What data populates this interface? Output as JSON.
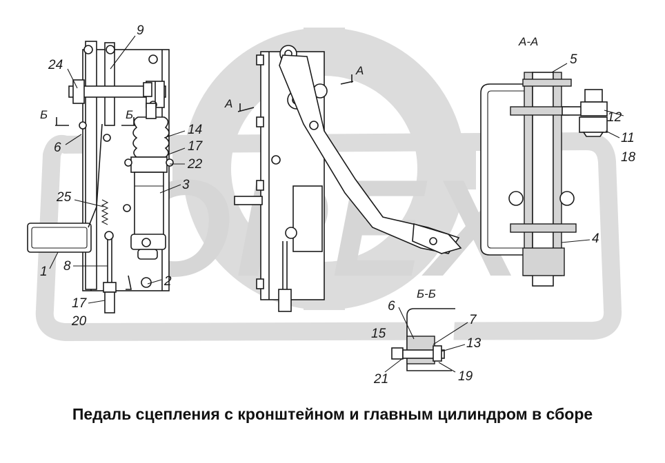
{
  "caption": "Педаль сцепления с кронштейном и главным цилиндром в сборе",
  "watermark": "OPEX",
  "section_labels": {
    "aa_title": "А-А",
    "bb_title": "Б-Б",
    "a_marker_left": "А",
    "a_marker_right": "А",
    "b_marker_left": "Б",
    "b_marker_right": "Б"
  },
  "callouts": {
    "c1": "1",
    "c2": "2",
    "c3": "3",
    "c4": "4",
    "c5": "5",
    "c6": "6",
    "c6b": "6",
    "c7": "7",
    "c8": "8",
    "c9": "9",
    "c11": "11",
    "c12": "12",
    "c13": "13",
    "c14": "14",
    "c15": "15",
    "c17": "17",
    "c17b": "17",
    "c18": "18",
    "c19": "19",
    "c20": "20",
    "c21": "21",
    "c22": "22",
    "c24": "24",
    "c25": "25"
  },
  "colors": {
    "line": "#1a1a1a",
    "watermark": "#d9d9d9",
    "background": "#ffffff"
  }
}
